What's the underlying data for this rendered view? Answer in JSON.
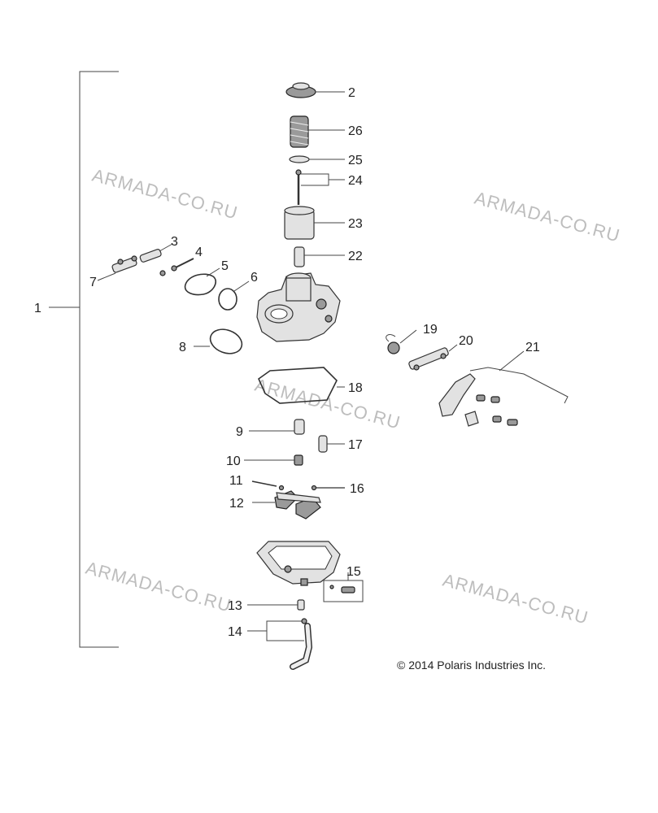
{
  "watermarks": [
    "ARMADA-CO.RU",
    "ARMADA-CO.RU",
    "ARMADA-CO.RU",
    "ARMADA-CO.RU",
    "ARMADA-CO.RU"
  ],
  "copyright": "© 2014 Polaris Industries Inc.",
  "callouts": [
    "1",
    "2",
    "3",
    "4",
    "5",
    "6",
    "7",
    "8",
    "9",
    "10",
    "11",
    "12",
    "13",
    "14",
    "15",
    "16",
    "17",
    "18",
    "19",
    "20",
    "21",
    "22",
    "23",
    "24",
    "25",
    "26"
  ]
}
